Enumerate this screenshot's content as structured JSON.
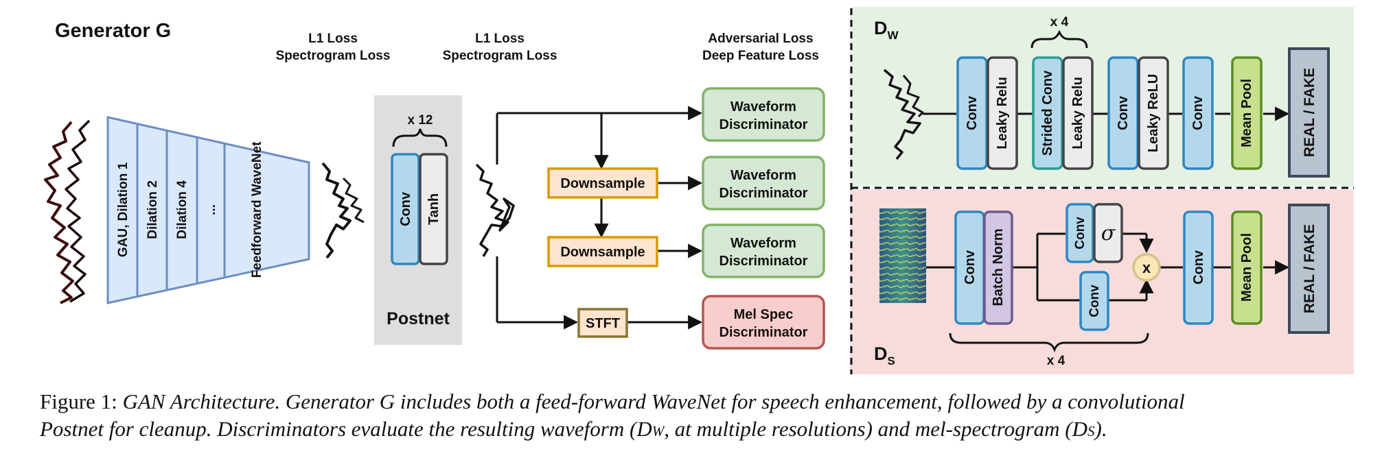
{
  "generator": {
    "title": "Generator G",
    "slices": [
      "GAU, Dilation 1",
      "Dilation 2",
      "Dilation 4",
      "...",
      "Feedforward WaveNet"
    ]
  },
  "losses": {
    "l1_postnet": [
      "L1 Loss",
      "Spectrogram Loss"
    ],
    "l1_output": [
      "L1 Loss",
      "Spectrogram Loss"
    ],
    "adversarial": [
      "Adversarial Loss",
      "Deep Feature Loss"
    ]
  },
  "postnet": {
    "title": "Postnet",
    "repeat": "x 12",
    "conv": "Conv",
    "tanh": "Tanh"
  },
  "multi_res": {
    "downsample_1": "Downsample",
    "downsample_2": "Downsample",
    "stft": "STFT",
    "disc_1": [
      "Waveform",
      "Discriminator"
    ],
    "disc_2": [
      "Waveform",
      "Discriminator"
    ],
    "disc_3": [
      "Waveform",
      "Discriminator"
    ],
    "disc_mel": [
      "Mel Spec",
      "Discriminator"
    ]
  },
  "dw": {
    "label": "D",
    "sub": "W",
    "repeat": "x 4",
    "blocks": [
      "Conv",
      "Leaky Relu",
      "Strided Conv",
      "Leaky Relu",
      "Conv",
      "Leaky ReLU",
      "Conv",
      "Mean Pool",
      "REAL / FAKE"
    ]
  },
  "ds": {
    "label": "D",
    "sub": "S",
    "repeat": "x 4",
    "conv1": "Conv",
    "batch_norm": "Batch Norm",
    "gate_conv": "Conv",
    "sigma": "σ",
    "branch_conv": "Conv",
    "mult": "x",
    "conv_out": "Conv",
    "mean_pool": "Mean Pool",
    "output": "REAL / FAKE"
  },
  "colors": {
    "green_panel": "#e5f1e3",
    "pink_panel": "#f8dcdc",
    "blue_fill": "#b3d8ec",
    "blue_edge": "#2e86c1",
    "teal_edge": "#2a9d8f",
    "gray_fill": "#ececec",
    "lime_fill": "#c6e08d",
    "slate_fill": "#b7c3ce",
    "disc_green": "#d5e8d4",
    "disc_red": "#f8cecc",
    "downsample_fill": "#fde5cf",
    "downsample_edge": "#d79b00",
    "gen_fill": "#dae8fc",
    "gen_edge": "#6c8ebf",
    "postnet_bg": "#dedede"
  },
  "caption": {
    "figure": "Figure 1:",
    "text_1": "GAN Architecture. Generator G includes both a feed-forward WaveNet for speech enhancement, followed by a convolutional",
    "text_2": "Postnet for cleanup. Discriminators evaluate the resulting waveform (",
    "dw_d": "D",
    "dw_sub": "W",
    "text_3": ", at multiple resolutions) and mel-spectrogram (",
    "ds_d": "D",
    "ds_sub": "S",
    "text_4": ")."
  }
}
